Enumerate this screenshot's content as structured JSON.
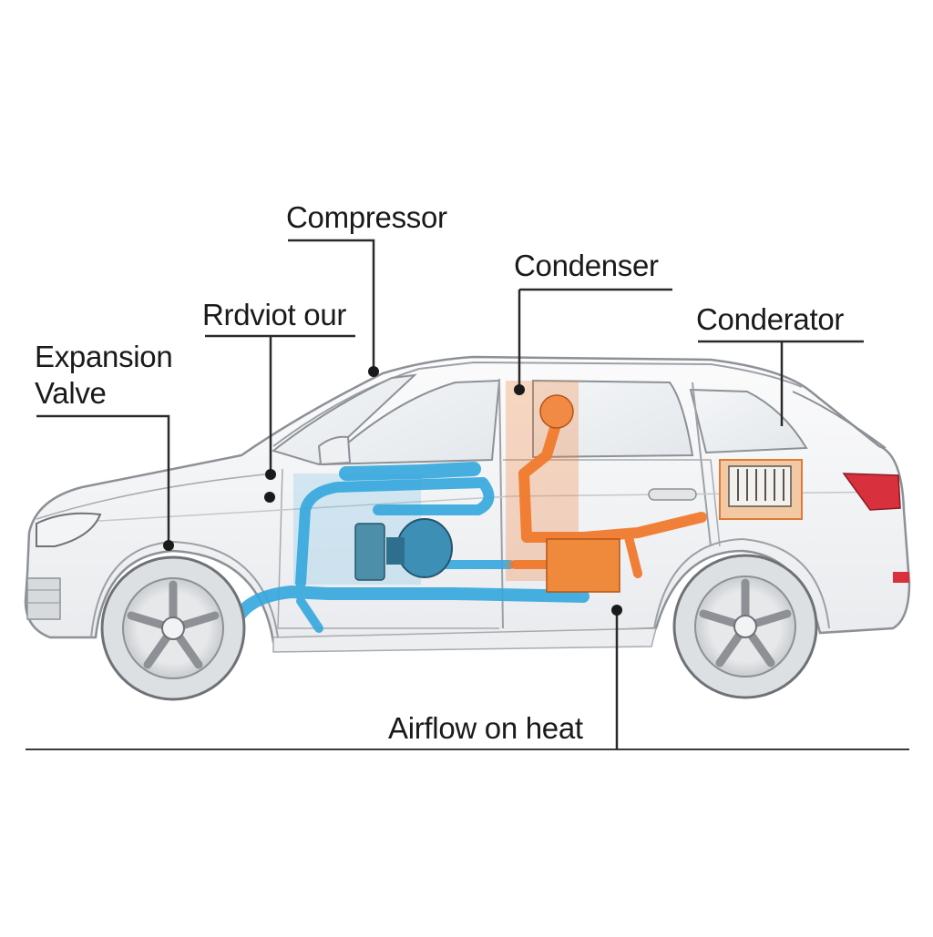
{
  "labels": {
    "compressor": "Compressor",
    "rrdviot": "Rrdviot our",
    "expansion_line1": "Expansion",
    "expansion_line2": "Valve",
    "condenser": "Condenser",
    "conderator": "Conderator",
    "airflow": "Airflow on heat"
  },
  "colors": {
    "cold_refrigerant": "#35a8de",
    "hot_refrigerant": "#f07a2e",
    "body_outline": "#8d9196",
    "tail_light": "#d8303c",
    "leader_line": "#2a2a2a"
  },
  "icons": {
    "wheel": "five-spoke-wheel",
    "headlight": "headlight",
    "taillight": "taillight"
  }
}
